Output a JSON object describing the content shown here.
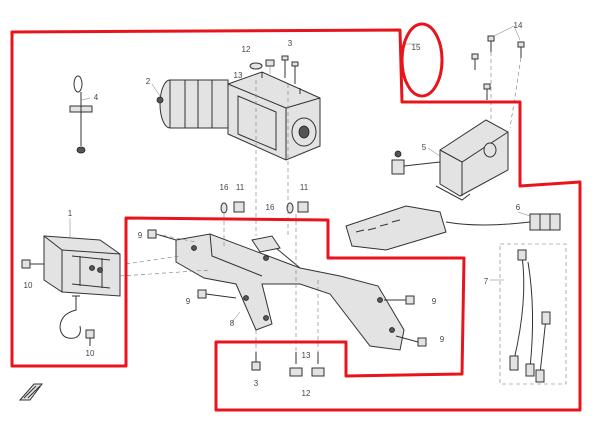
{
  "diagram": {
    "callouts": {
      "c1": "1",
      "c2": "2",
      "c3a": "3",
      "c3b": "3",
      "c4": "4",
      "c5": "5",
      "c6": "6",
      "c7": "7",
      "c8": "8",
      "c9a": "9",
      "c9b": "9",
      "c9c": "9",
      "c9d": "9",
      "c10a": "10",
      "c10b": "10",
      "c11a": "11",
      "c11b": "11",
      "c12a": "12",
      "c12b": "12",
      "c13a": "13",
      "c13b": "13",
      "c14": "14",
      "c15": "15",
      "c16a": "16",
      "c16b": "16"
    },
    "colors": {
      "annotation": "#e8141c",
      "line_art": "#333333",
      "callout_text": "#444444"
    },
    "annotation_shapes": [
      "red-outline",
      "red-circle-15"
    ]
  }
}
